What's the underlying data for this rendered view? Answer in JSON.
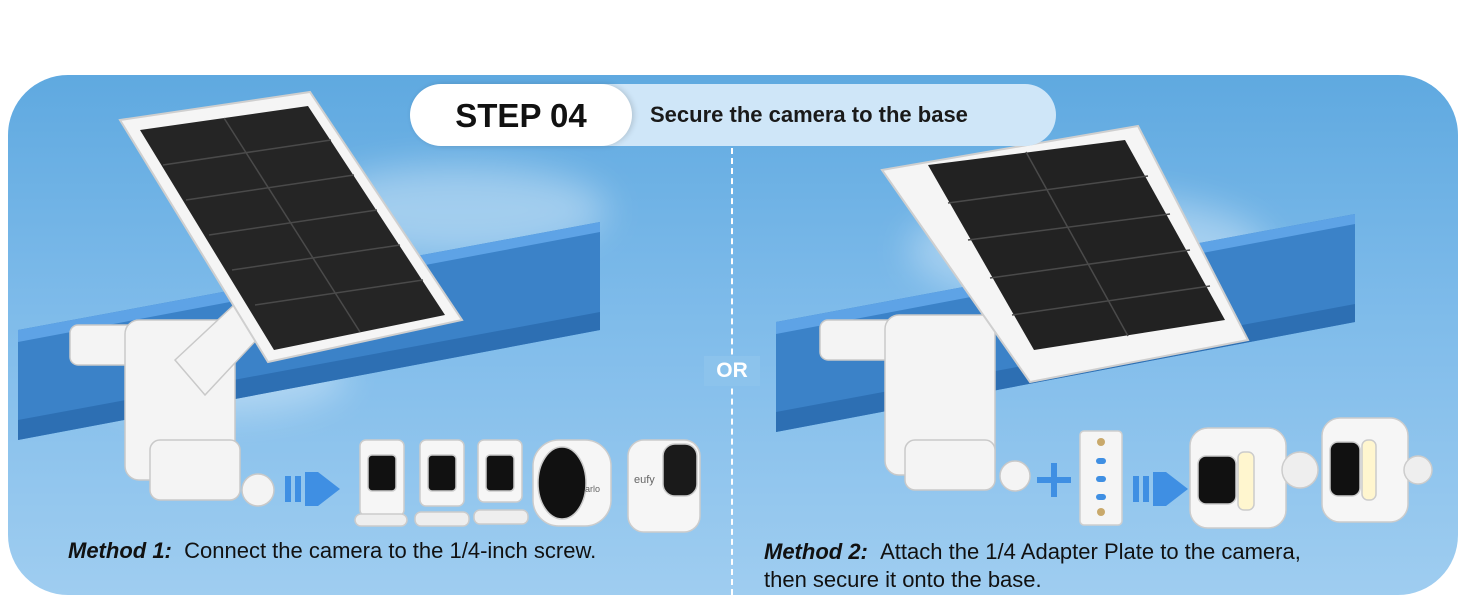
{
  "step": {
    "badge": "STEP 04",
    "title": "Secure the camera to the base"
  },
  "separator": "OR",
  "method1": {
    "label": "Method 1:",
    "text": "Connect the camera to the 1/4-inch screw."
  },
  "method2": {
    "label": "Method 2:",
    "text_line1": "Attach the 1/4 Adapter Plate to the camera,",
    "text_line2": "then secure it onto the base."
  },
  "logos": {
    "arlo": "arlo",
    "eufy": "eufy"
  },
  "colors": {
    "sky": "#7ebbea",
    "gutter": "#3b82c8",
    "arrow": "#3f8fe3",
    "mount": "#f2f2f2",
    "panel_cells": "#222222"
  }
}
